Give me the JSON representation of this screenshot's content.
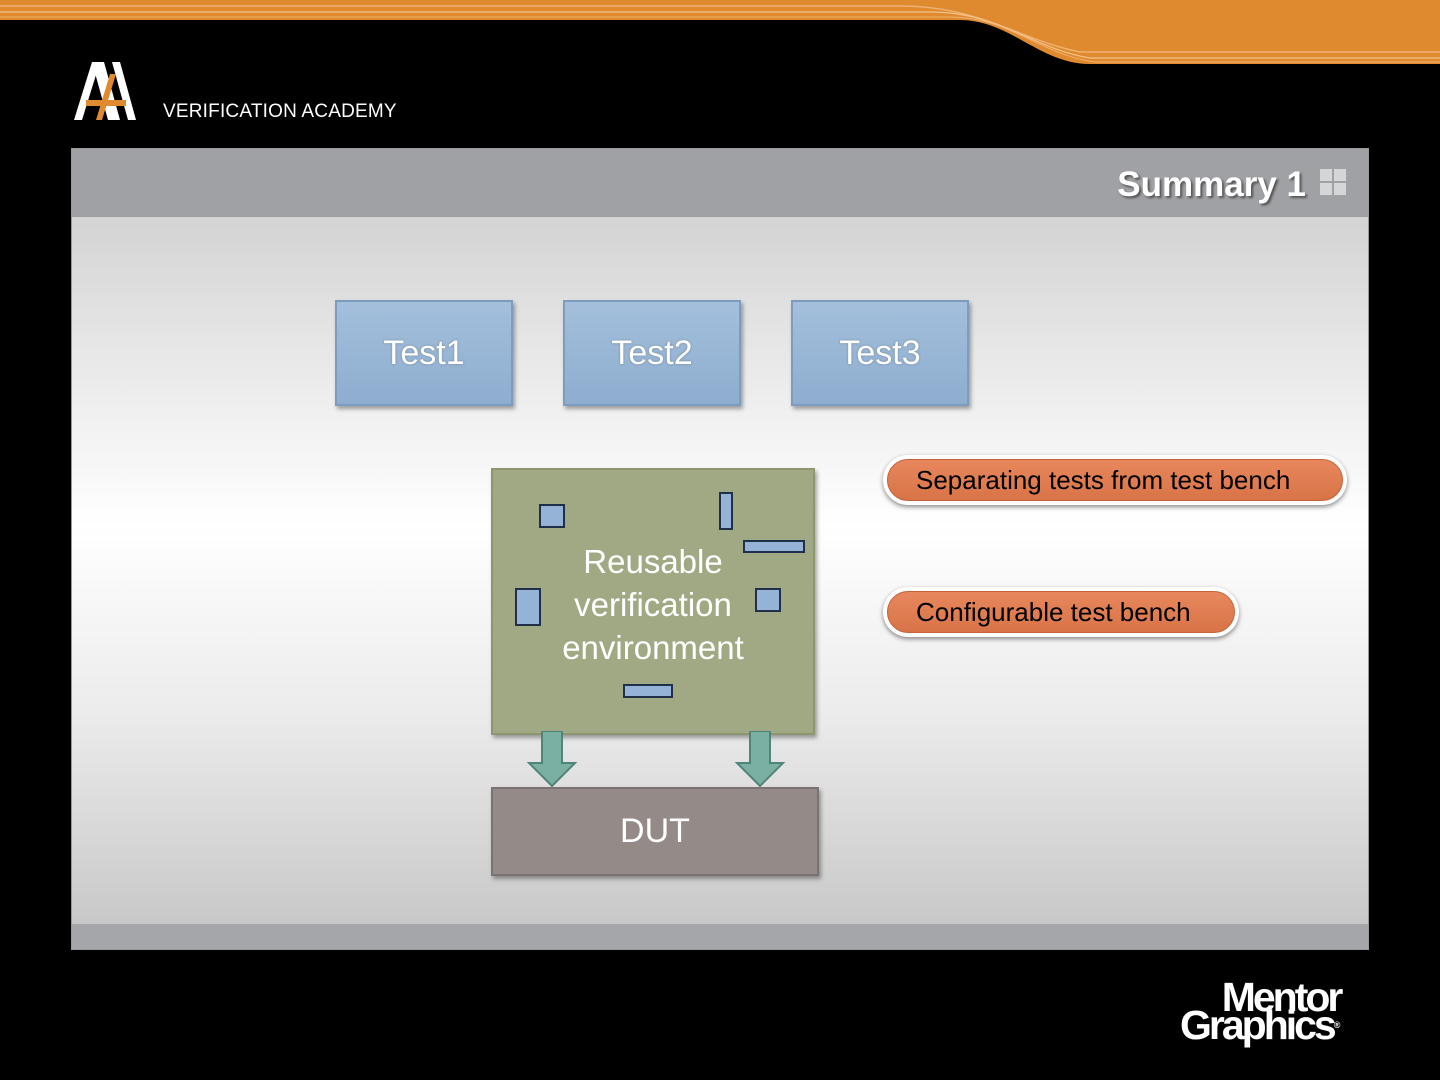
{
  "header": {
    "brand_text": "VERIFICATION ACADEMY",
    "accent_color": "#e08a30"
  },
  "slide": {
    "title": "Summary 1",
    "title_icon": "grid-icon"
  },
  "diagram": {
    "tests": [
      "Test1",
      "Test2",
      "Test3"
    ],
    "environment_label_lines": [
      "Reusable",
      "verification",
      "environment"
    ],
    "dut_label": "DUT",
    "callouts": [
      "Separating tests from test bench",
      "Configurable test bench"
    ],
    "colors": {
      "test_box": "#93b3d4",
      "environment_box": "#a1a984",
      "dut_box": "#948b89",
      "arrow": "#7ab0a3",
      "callout": "#df7d51"
    }
  },
  "footer": {
    "logo_line1": "Mentor",
    "logo_line2": "Graphics",
    "logo_mark": "®"
  }
}
